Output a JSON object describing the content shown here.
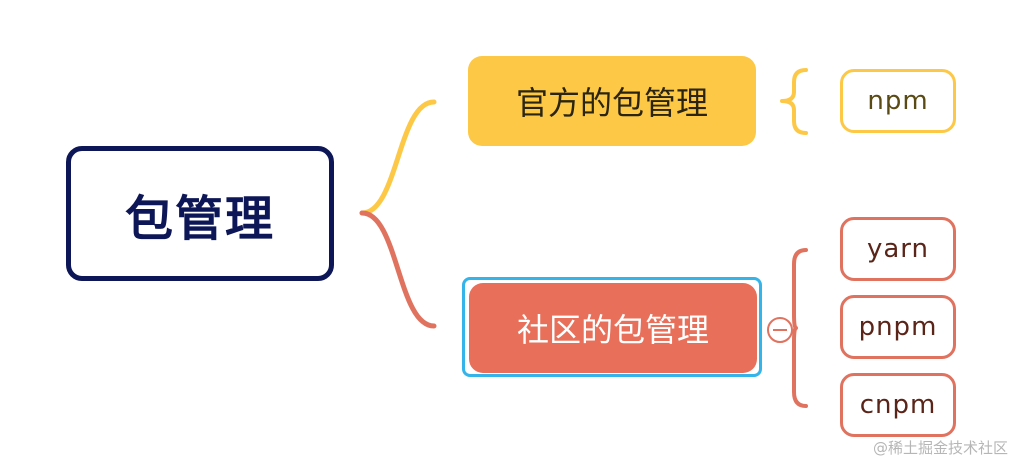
{
  "root": {
    "label": "包管理",
    "border_color": "#0d1656"
  },
  "branches": [
    {
      "label": "官方的包管理",
      "fill_color": "#fdc845",
      "leaves": [
        "npm"
      ]
    },
    {
      "label": "社区的包管理",
      "fill_color": "#e8705a",
      "selected": true,
      "selection_color": "#35b4ea",
      "leaves": [
        "yarn",
        "pnpm",
        "cnpm"
      ]
    }
  ],
  "controls": {
    "collapse_icon": "minus-circle-icon"
  },
  "watermark": {
    "text": "@稀土掘金技术社区"
  }
}
